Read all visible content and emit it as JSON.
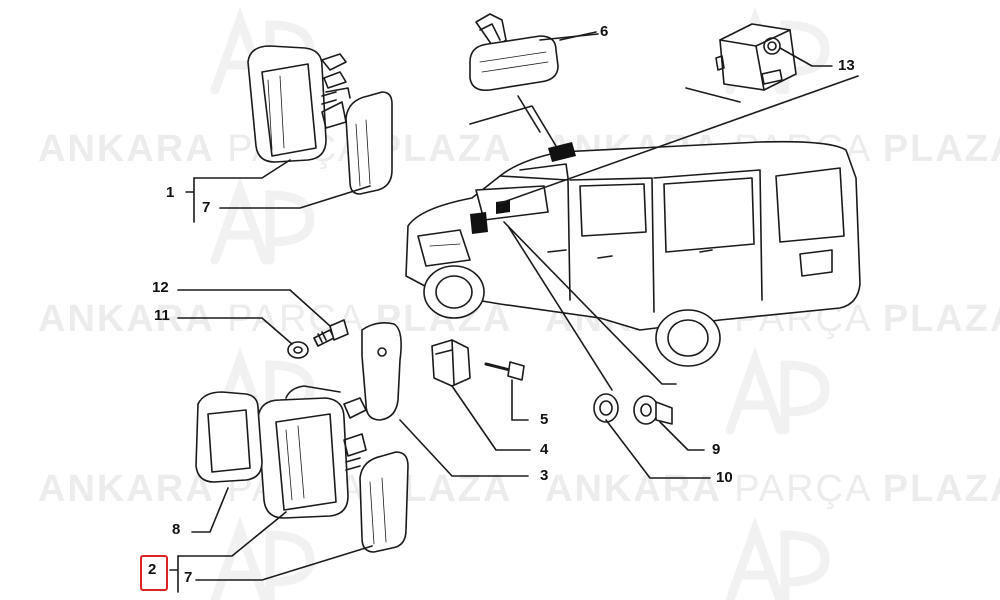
{
  "watermark": {
    "brand_bold_1": "ANKARA",
    "brand_light": "PARÇA",
    "brand_bold_2": "PLAZA",
    "logo_text": "AP"
  },
  "callouts": {
    "c1": "1",
    "c7a": "7",
    "c6": "6",
    "c13": "13",
    "c12": "12",
    "c11": "11",
    "c5": "5",
    "c4": "4",
    "c3": "3",
    "c9": "9",
    "c10": "10",
    "c8": "8",
    "c2": "2",
    "c7b": "7"
  },
  "colors": {
    "line": "#1a1a1a",
    "watermark": "#ececec",
    "highlight": "#d22222"
  }
}
